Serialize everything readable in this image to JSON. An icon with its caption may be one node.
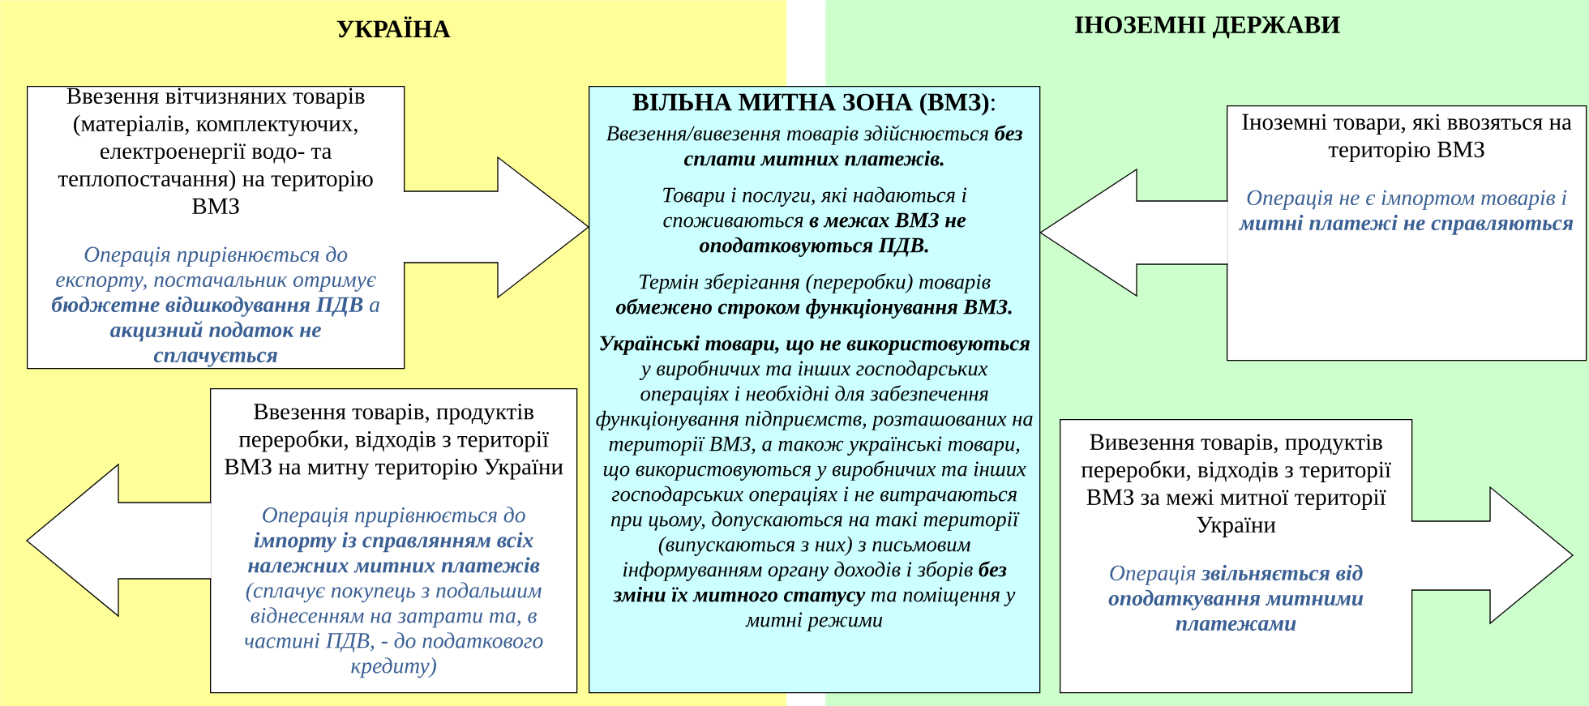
{
  "diagram": {
    "nodes": [
      {
        "text": [
          "УКРАЇНА"
        ]
      },
      {
        "text": [
          "ІНОЗЕМНІ ДЕРЖАВИ"
        ]
      },
      {
        "text": [
          "**ВІЛЬНА МИТНА ЗОНА (ВМЗ)**:",
          "Ввезення/вивезення товарів здійснюється **без сплати митних платежів.**",
          "Товари і послуги, які надаються і споживаються **в межах ВМЗ не оподатковуються ПДВ.**",
          "Термін зберігання (переробки) товарів **обмежено строком функціонування ВМЗ.**",
          "**Українські товари, що не використовуються** у виробничих та інших господарських операціях і необхідні для забезпечення функціонування підприємств, розташованих на території ВМЗ, а також українські товари, що використовуються у виробничих та інших господарських операціях і не витрачаються при цьому, допускаються на такі території (випускаються з них) з письмовим інформуванням органу доходів і зборів **без зміни їх митного статусу** та поміщення у митні режими"
        ]
      },
      {
        "text": [
          "Ввезення вітчизняних товарів (матеріалів, комплектуючих, електроенергії водо- та теплопостачання) на територію ВМЗ",
          "Операція прирівнюється до експорту, постачальник отримує **бюджетне відшкодування ПДВ** а **акцизний податок не сплачується**"
        ],
        "in": 0
      },
      {
        "text": [
          "Ввезення товарів, продуктів переробки, відходів з території ВМЗ на митну територію України",
          "Операція прирівнюється до **імпорту із справлянням всіх належних митних платежів** (сплачує покупець з подальшим віднесенням на затрати та, в частині ПДВ, - до податкового кредиту)"
        ],
        "in": 0
      },
      {
        "text": [
          "Іноземні товари, які ввозяться на територію ВМЗ",
          "Операція не є імпортом товарів і **митні платежі не справляються**"
        ],
        "in": 1
      },
      {
        "text": [
          "Вивезення товарів, продуктів переробки, відходів з території ВМЗ за межі митної території України",
          "Операція **звільняється від оподаткування митними платежами**"
        ],
        "in": 1
      }
    ],
    "edges": [
      {
        "from": 3,
        "to": 2,
        "arrow": "to"
      },
      {
        "from": 5,
        "to": 2,
        "arrow": "to"
      },
      {
        "from": 4,
        "to": null,
        "arrow": "to"
      },
      {
        "from": 6,
        "to": null,
        "arrow": "to"
      }
    ]
  }
}
